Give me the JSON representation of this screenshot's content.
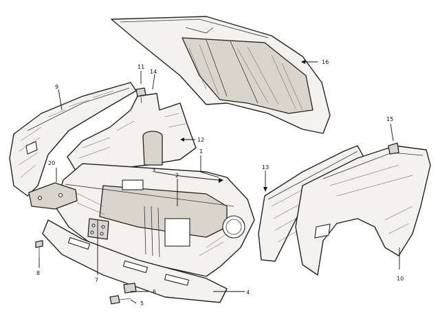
{
  "callouts": {
    "n1": "1",
    "n2": "2",
    "n3": "3",
    "n4": "4",
    "n5": "5",
    "n6": "6",
    "n7": "7",
    "n8": "8",
    "n9": "9",
    "n10": "10",
    "n11": "11",
    "n12": "12",
    "n13": "13",
    "n14": "14",
    "n15": "15",
    "n16": "16",
    "n20": "20"
  }
}
